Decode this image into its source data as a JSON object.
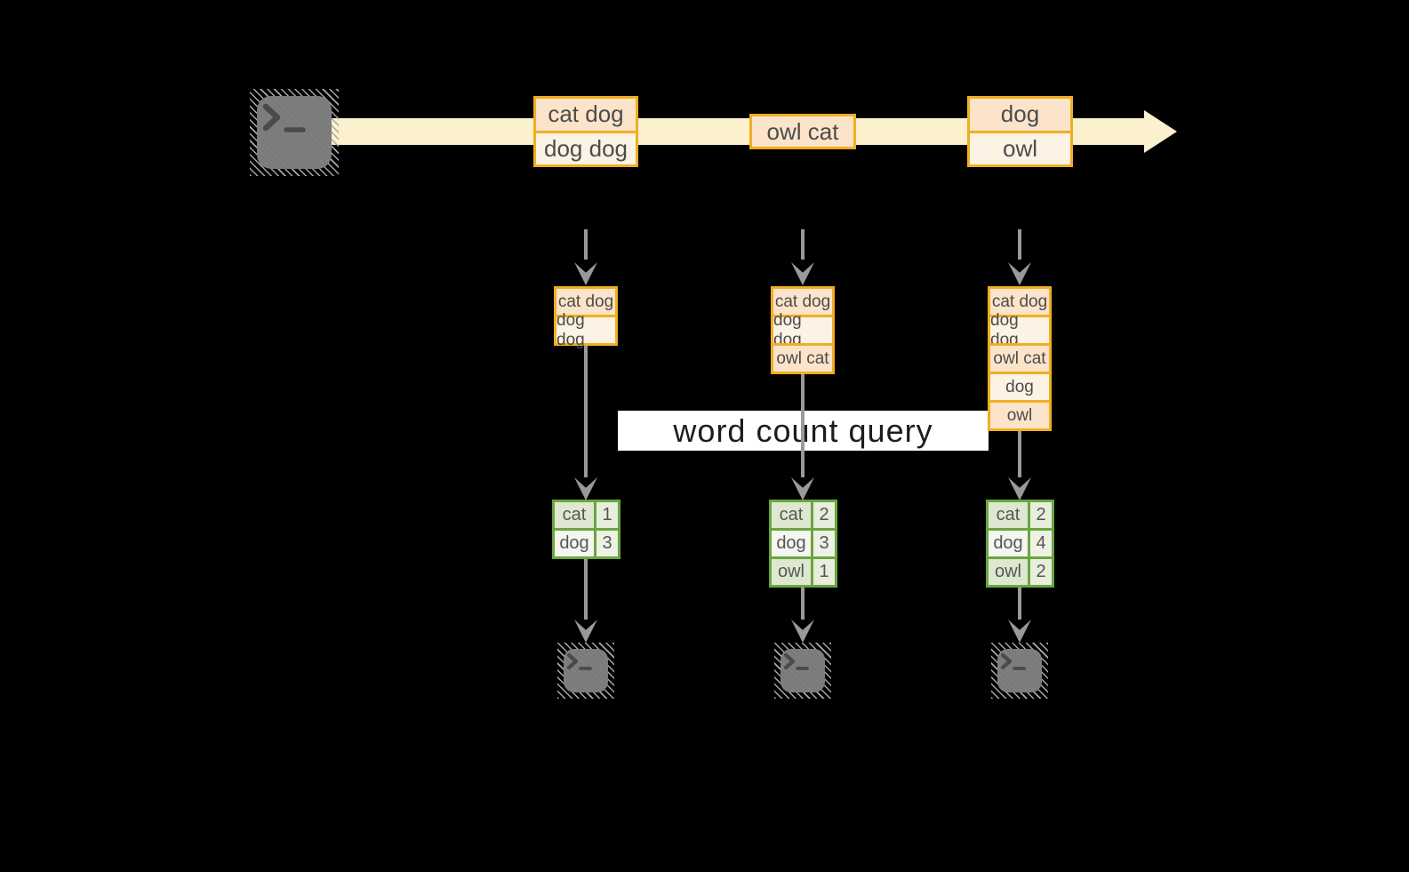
{
  "diagram": {
    "title_banner": {
      "label": "word count query"
    },
    "timeline": {
      "events": [
        {
          "rows": [
            "cat dog",
            "dog dog"
          ]
        },
        {
          "rows": [
            "owl cat"
          ]
        },
        {
          "rows": [
            "dog",
            "owl"
          ]
        }
      ]
    },
    "columns": [
      {
        "buffer": [
          "cat dog",
          "dog dog"
        ],
        "counts": [
          {
            "word": "cat",
            "count": "1"
          },
          {
            "word": "dog",
            "count": "3"
          }
        ]
      },
      {
        "buffer": [
          "cat dog",
          "dog dog",
          "owl cat"
        ],
        "counts": [
          {
            "word": "cat",
            "count": "2"
          },
          {
            "word": "dog",
            "count": "3"
          },
          {
            "word": "owl",
            "count": "1"
          }
        ]
      },
      {
        "buffer": [
          "cat dog",
          "dog dog",
          "owl cat",
          "dog",
          "owl"
        ],
        "counts": [
          {
            "word": "cat",
            "count": "2"
          },
          {
            "word": "dog",
            "count": "4"
          },
          {
            "word": "owl",
            "count": "2"
          }
        ]
      }
    ],
    "icons": {
      "source": "terminal-icon",
      "outputs": [
        "terminal-icon",
        "terminal-icon",
        "terminal-icon"
      ]
    },
    "colors": {
      "background": "#000000",
      "stream_band": "#fbf1cf",
      "event_border": "#f0ae21",
      "event_fill_peach": "#fbe4ca",
      "event_fill_cream": "#fdf3e4",
      "table_border": "#6aa63f",
      "table_fill_sage": "#dfe9d2",
      "table_fill_pale": "#f3f6ee",
      "arrow_gray": "#999999",
      "terminal_gray": "#7e7e7e"
    }
  }
}
